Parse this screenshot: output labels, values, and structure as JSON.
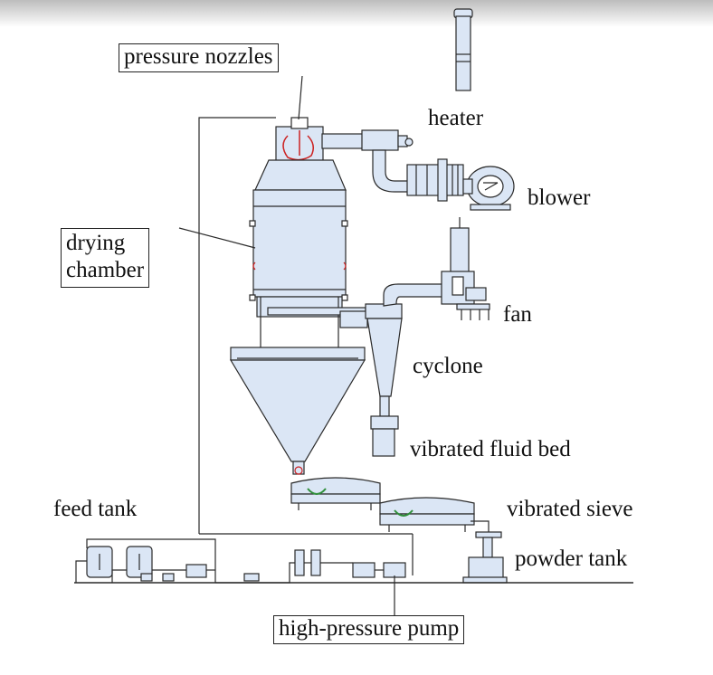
{
  "colors": {
    "equipment_fill": "#dbe6f5",
    "equipment_stroke": "#2a2a2a",
    "accent_red": "#cc2222",
    "accent_green": "#2f8f3a",
    "top_band": "#c9c9c9"
  },
  "labels": {
    "pressure_nozzles": "pressure nozzles",
    "heater": "heater",
    "blower": "blower",
    "drying_chamber_line1": "drying",
    "drying_chamber_line2": "chamber",
    "fan": "fan",
    "cyclone": "cyclone",
    "vibrated_fluid_bed": "vibrated fluid bed",
    "feed_tank": "feed tank",
    "vibrated_sieve": "vibrated sieve",
    "powder_tank": "powder tank",
    "high_pressure_pump": "high-pressure pump"
  }
}
